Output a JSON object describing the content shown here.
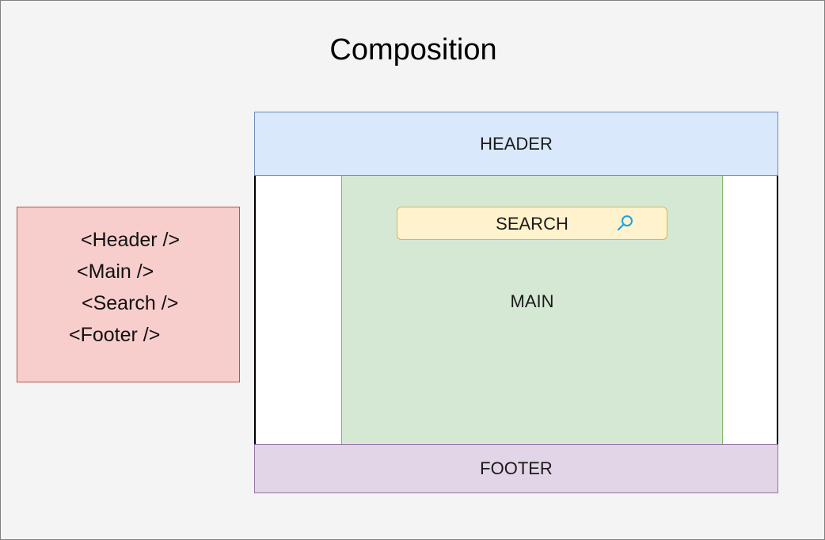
{
  "diagram": {
    "title": "Composition",
    "components": [
      "<Header />",
      "<Main />",
      "<Search />",
      "<Footer />"
    ],
    "layout": {
      "header_label": "HEADER",
      "main_label": "MAIN",
      "search_label": "SEARCH",
      "footer_label": "FOOTER"
    },
    "colors": {
      "components_fill": "#f8cecc",
      "header_fill": "#dae8fc",
      "main_fill": "#d5e8d4",
      "search_fill": "#fff2cc",
      "footer_fill": "#e1d5e7",
      "search_icon": "#1ba1e2"
    },
    "icons": {
      "search": "search-icon"
    }
  }
}
